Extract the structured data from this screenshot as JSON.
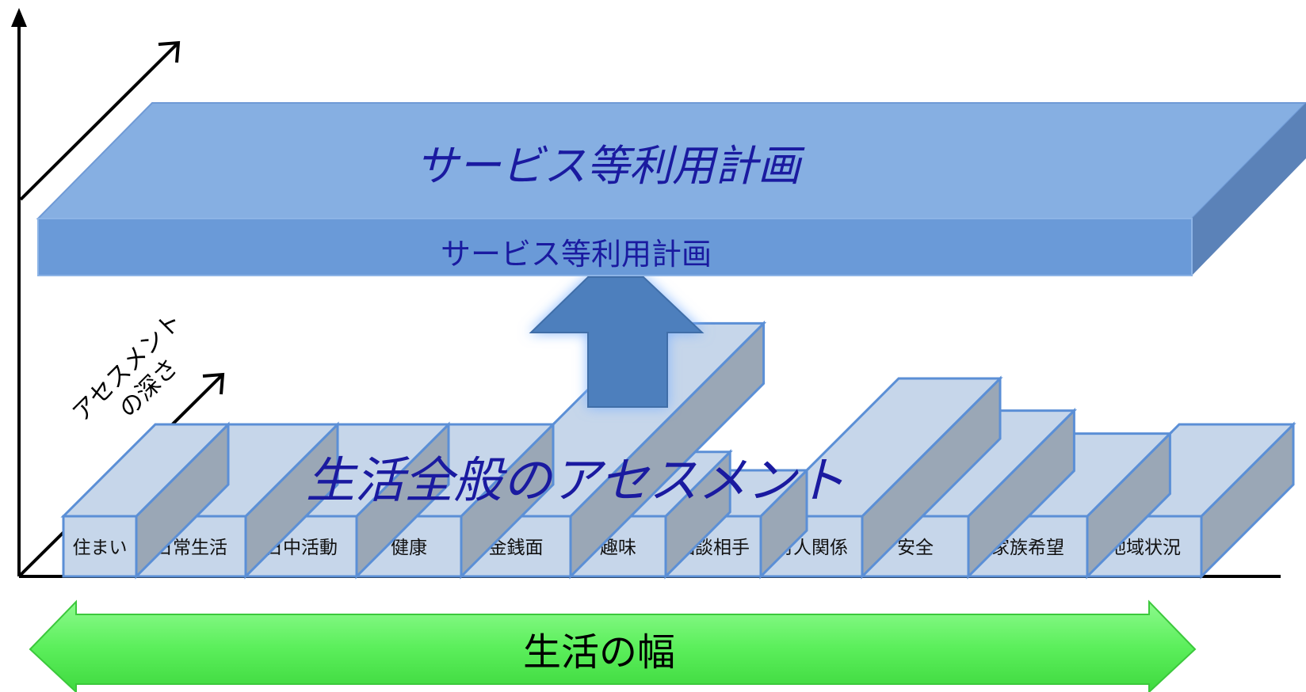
{
  "plan": {
    "top_label": "サービス等利用計画",
    "front_label": "サービス等利用計画"
  },
  "assessment": {
    "label": "生活全般のアセスメント",
    "categories": [
      {
        "label": "住まい",
        "depth": 1
      },
      {
        "label": "日常生活",
        "depth": 1
      },
      {
        "label": "日中活動",
        "depth": 1
      },
      {
        "label": "健康",
        "depth": 1
      },
      {
        "label": "金銭面",
        "depth": 2.1
      },
      {
        "label": "趣味",
        "depth": 0.7
      },
      {
        "label": "相談相手",
        "depth": 0.5
      },
      {
        "label": "対人関係",
        "depth": 1.5
      },
      {
        "label": "安全",
        "depth": 1.15
      },
      {
        "label": "家族希望",
        "depth": 0.9
      },
      {
        "label": "地域状況",
        "depth": 1
      }
    ]
  },
  "axes": {
    "depth_line1": "アセスメント",
    "depth_line2": "の深さ"
  },
  "width_arrow": {
    "label": "生活の幅"
  },
  "colors": {
    "plan_top": "#86afe2",
    "plan_front": "#6a9ad8",
    "plan_side": "#5b82b8",
    "block_face": "#c6d6ea",
    "block_border": "#5b8fd6",
    "block_side": "#9aa7b6",
    "up_arrow": "#4d7fbd",
    "width_arrow": "#66f266",
    "text_blue": "#1a1aa0"
  }
}
